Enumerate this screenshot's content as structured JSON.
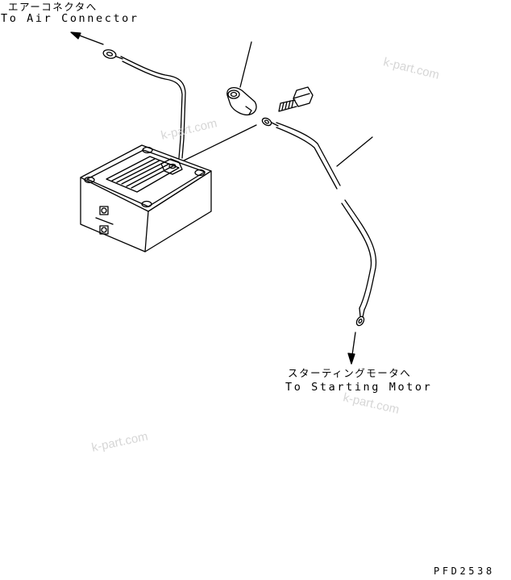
{
  "labels": {
    "air_connector_jp": "エアーコネクタへ",
    "air_connector_en": "To Air Connector",
    "starting_motor_jp": "スターティングモータへ",
    "starting_motor_en": "To Starting Motor",
    "drawing_code": "PFD2538"
  },
  "watermarks": [
    "k-part.com",
    "k-part.com",
    "k-part.com",
    "k-part.com"
  ],
  "colors": {
    "line": "#000000",
    "watermark": "#d6d6d6"
  }
}
